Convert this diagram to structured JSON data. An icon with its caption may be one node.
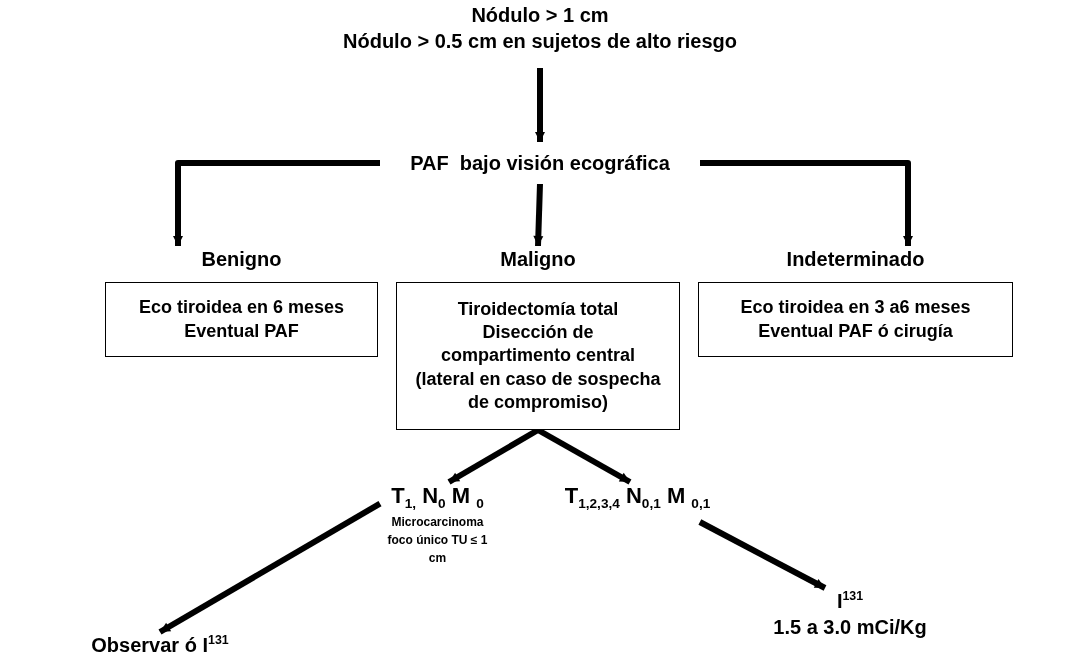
{
  "diagram": {
    "nodes": [
      {
        "text": [
          "Nódulo > 1 cm",
          "Nódulo > 0.5 cm en sujetos de alto riesgo"
        ]
      },
      {
        "text": [
          "PAF  bajo visión ecográfica"
        ]
      },
      {
        "text": [
          "Benigno",
          "Eco tiroidea en 6 meses Eventual PAF"
        ]
      },
      {
        "text": [
          "Maligno",
          "Tiroidectomía total Disección de compartimento central (lateral en caso de sospecha de compromiso)"
        ]
      },
      {
        "text": [
          "Indeterminado",
          "Eco tiroidea en 3 a6 meses Eventual PAF ó cirugía"
        ]
      },
      {
        "text": [
          "T$_{1,}$ N$_{0}$ M $_{0}$",
          "Microcarcinoma foco único TU ≤ 1 cm"
        ]
      },
      {
        "text": [
          "T$_{1,2,3,4}$ N$_{0,1}$ M $_{0,1}$"
        ]
      },
      {
        "text": [
          "Observar ó I$^{131}$"
        ]
      },
      {
        "text": [
          "I$^{131}$",
          "1.5 a 3.0 mCi/Kg"
        ]
      }
    ],
    "edges": [
      {
        "from": 0,
        "to": 1,
        "arrow": "to"
      },
      {
        "from": 1,
        "to": 2,
        "arrow": "to"
      },
      {
        "from": 1,
        "to": 3,
        "arrow": "to"
      },
      {
        "from": 1,
        "to": 4,
        "arrow": "to"
      },
      {
        "from": 3,
        "to": 5,
        "arrow": "to"
      },
      {
        "from": 3,
        "to": 6,
        "arrow": "to"
      },
      {
        "from": 5,
        "to": 7,
        "arrow": "to"
      },
      {
        "from": 6,
        "to": 8,
        "arrow": "to"
      }
    ]
  }
}
